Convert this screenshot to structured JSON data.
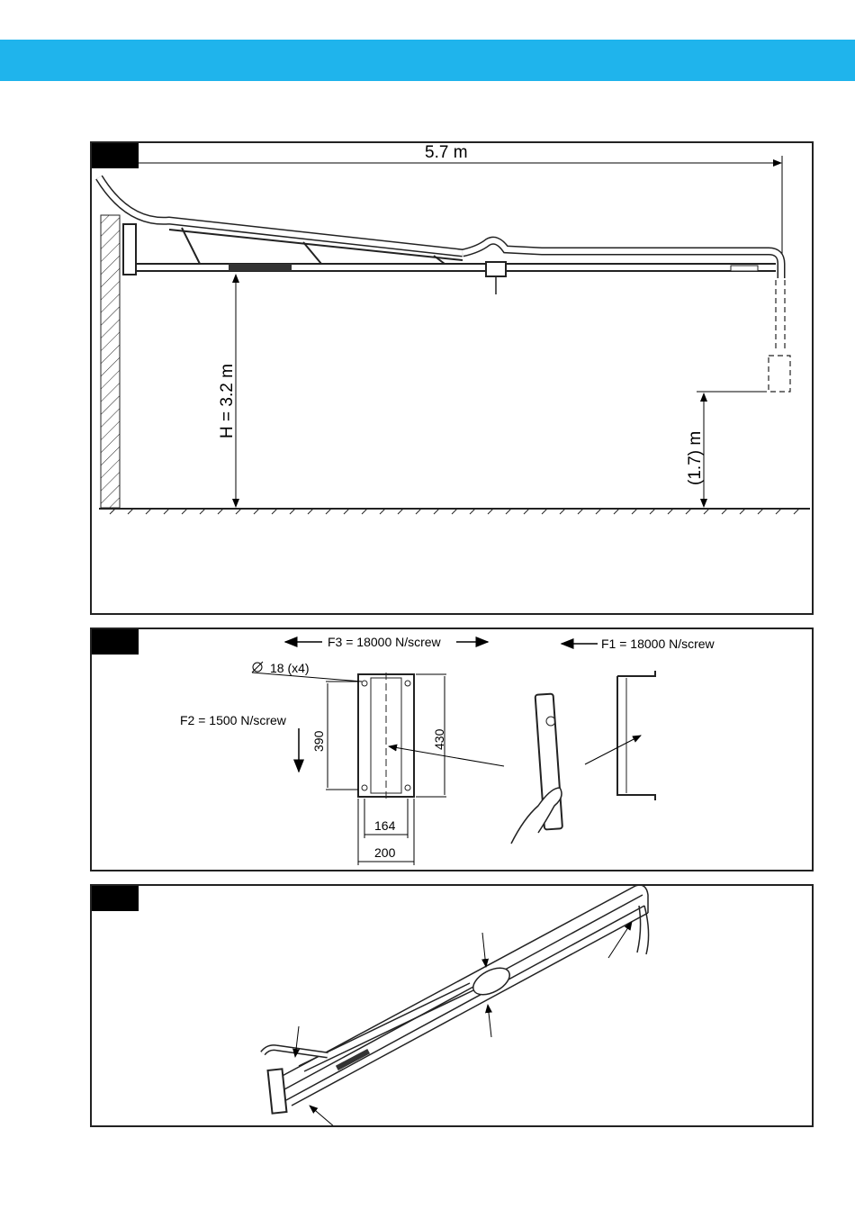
{
  "header": {
    "color": "#1fb4ec"
  },
  "figure1": {
    "span_label": "5.7  m",
    "height_label": "H = 3.2 m",
    "hose_height_label": "(1.7) m"
  },
  "figure2": {
    "f3_label": "F3 = 18000 N/screw",
    "f1_label": "F1 = 18000 N/screw",
    "f2_label": "F2 = 1500 N/screw",
    "hole_label": "18  (x4)",
    "dim_390": "390",
    "dim_430": "430",
    "dim_164": "164",
    "dim_200": "200"
  },
  "figure3": {}
}
